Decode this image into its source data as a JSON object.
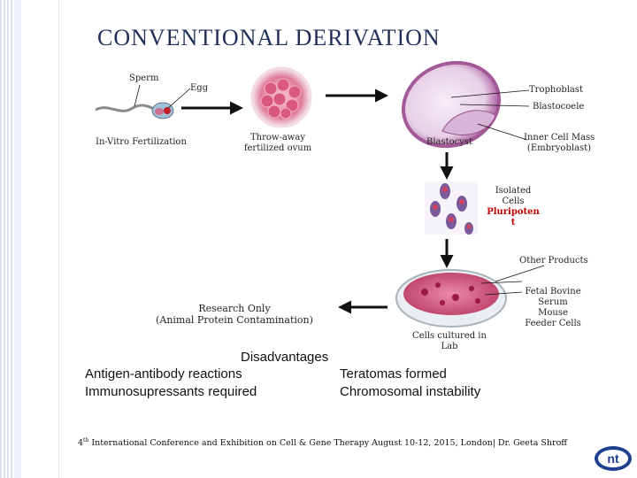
{
  "title": "CONVENTIONAL DERIVATION",
  "labels": {
    "sperm": "Sperm",
    "egg": "Egg",
    "ivf": "In-Vitro Fertilization",
    "throwaway_1": "Throw-away",
    "throwaway_2": "fertilized ovum",
    "trophoblast": "Trophoblast",
    "blastocoele": "Blastocoele",
    "blastocyst": "Blastocyst",
    "icm_1": "Inner Cell Mass",
    "icm_2": "(Embryoblast)",
    "isolated_1": "Isolated",
    "isolated_2": "Cells",
    "pluripotent_1": "Pluripoten",
    "pluripotent_2": "t",
    "other_products": "Other Products",
    "fetal_1": "Fetal Bovine",
    "fetal_2": "Serum",
    "fetal_3": "Mouse",
    "fetal_4": "Feeder Cells",
    "cultured_1": "Cells cultured in",
    "cultured_2": "Lab",
    "research_1": "Research Only",
    "research_2": "(Animal Protein Contamination)"
  },
  "disadvantages": {
    "heading": "Disadvantages",
    "items": [
      "Antigen-antibody reactions",
      "Immunosupressants required",
      "Teratomas formed",
      "Chromosomal instability"
    ]
  },
  "footer": {
    "ordinal": "4",
    "sup": "th",
    "text": " International Conference and Exhibition on Cell & Gene Therapy August 10-12, 2015, London| Dr. Geeta Shroff"
  },
  "logo_text": "nt",
  "colors": {
    "title": "#1f2f5a",
    "pluripotent": "#c00000",
    "logo": "#1f3f8f"
  }
}
